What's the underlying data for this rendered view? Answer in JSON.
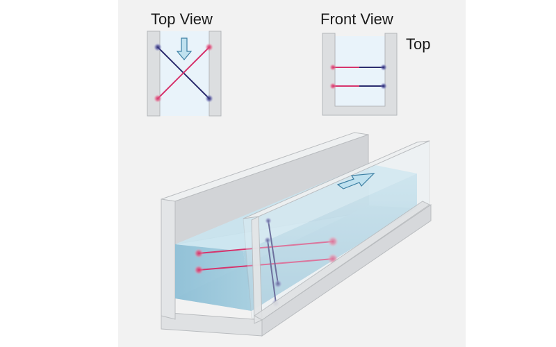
{
  "labels": {
    "top_view": "Top View",
    "front_view": "Front View",
    "top": "Top"
  },
  "colors": {
    "background": "#f2f2f2",
    "wall_fill": "#dcdee0",
    "wall_stroke": "#b9bcbf",
    "water": "#9fcde0",
    "water_light": "#cfe6ef",
    "light_blue": "#e9f3fa",
    "red_laser": "#d6336c",
    "blue_laser": "#2c2c6e",
    "arrow_fill": "#bfe1ef",
    "arrow_stroke": "#3c7fa3"
  },
  "icons": {
    "flow_arrow": "down-arrow-icon",
    "flow_arrow_3d": "flow-direction-arrow-icon"
  }
}
